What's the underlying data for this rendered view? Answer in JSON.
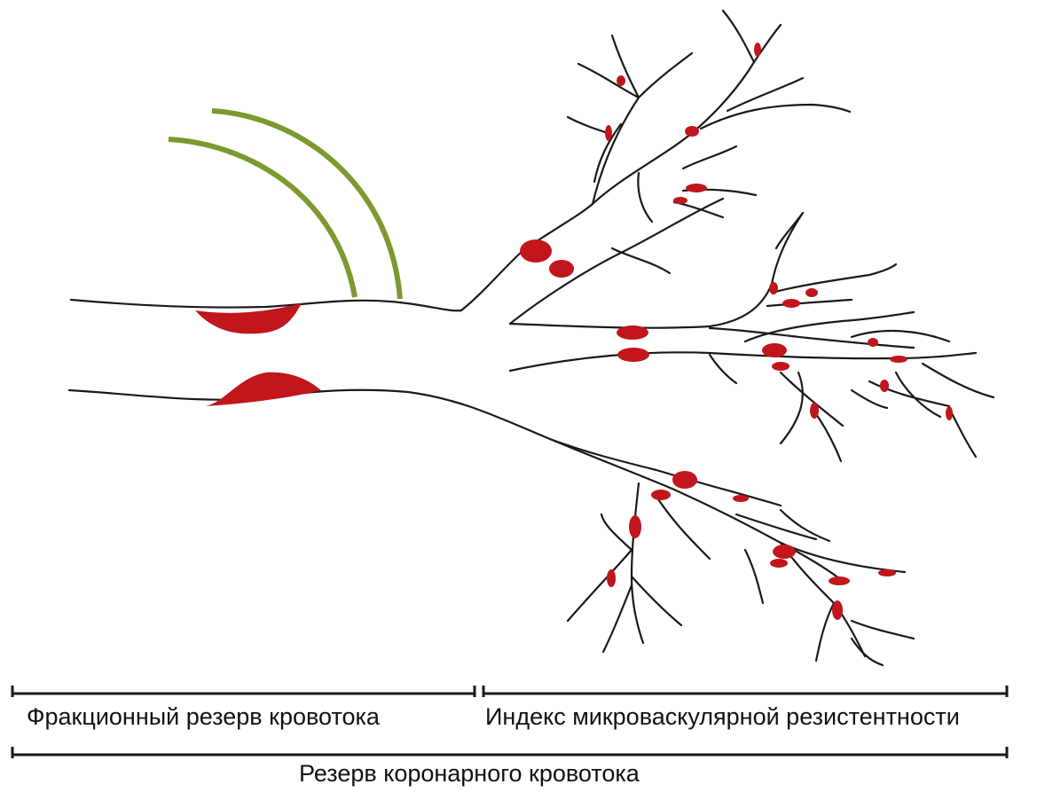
{
  "labels": {
    "ffr": "Фракционный резерв кровотока",
    "imr": "Индекс микроваскулярной резистентности",
    "cfr": "Резерв коронарного кровотока"
  },
  "colors": {
    "plaque": "#c0161c",
    "guidewire": "#7a9a2f",
    "outline": "#1a1a1a"
  }
}
